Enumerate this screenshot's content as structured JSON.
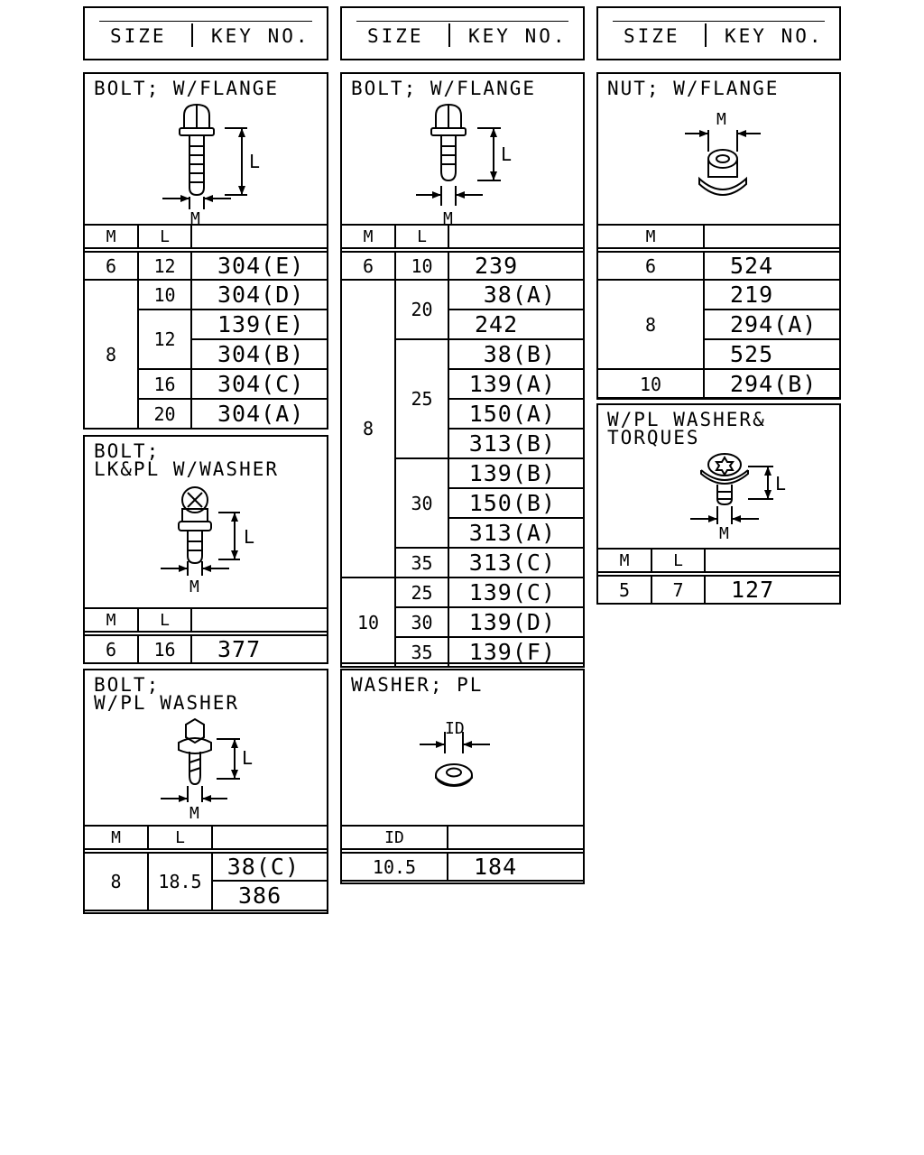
{
  "header": {
    "size_label": "SIZE",
    "key_label": "KEY NO."
  },
  "bolt_flange_1": {
    "title": "BOLT; W/FLANGE",
    "dim_l": "L",
    "dim_m": "M",
    "col_m": "M",
    "col_l": "L",
    "rows": [
      {
        "m": "6",
        "l": "12",
        "key": "304(E)"
      },
      {
        "m": "8",
        "l": "10",
        "key": "304(D)"
      },
      {
        "l": "12",
        "key": "139(E)"
      },
      {
        "key": "304(B)"
      },
      {
        "l": "16",
        "key": "304(C)"
      },
      {
        "l": "20",
        "key": "304(A)"
      }
    ]
  },
  "bolt_lk_pl": {
    "title": "BOLT;\nLK&PL W/WASHER",
    "dim_l": "L",
    "dim_m": "M",
    "col_m": "M",
    "col_l": "L",
    "rows": [
      {
        "m": "6",
        "l": "16",
        "key": "377"
      }
    ]
  },
  "bolt_pl_washer": {
    "title": "BOLT;\nW/PL WASHER",
    "dim_l": "L",
    "dim_m": "M",
    "col_m": "M",
    "col_l": "L",
    "rows": [
      {
        "m": "8",
        "l": "18.5",
        "key": "38(C)"
      },
      {
        "key": "386"
      }
    ]
  },
  "bolt_flange_2": {
    "title": "BOLT; W/FLANGE",
    "dim_l": "L",
    "dim_m": "M",
    "col_m": "M",
    "col_l": "L",
    "rows": [
      {
        "m": "6",
        "l": "10",
        "key": "239"
      },
      {
        "m": "8",
        "l": "20",
        "key": "38(A)"
      },
      {
        "key": "242"
      },
      {
        "l": "25",
        "key": "38(B)"
      },
      {
        "key": "139(A)"
      },
      {
        "key": "150(A)"
      },
      {
        "key": "313(B)"
      },
      {
        "l": "30",
        "key": "139(B)"
      },
      {
        "key": "150(B)"
      },
      {
        "key": "313(A)"
      },
      {
        "l": "35",
        "key": "313(C)"
      },
      {
        "m": "10",
        "l": "25",
        "key": "139(C)"
      },
      {
        "l": "30",
        "key": "139(D)"
      },
      {
        "l": "35",
        "key": "139(F)"
      }
    ]
  },
  "washer_pl": {
    "title": "WASHER; PL",
    "dim_id": "ID",
    "col_id": "ID",
    "rows": [
      {
        "id": "10.5",
        "key": "184"
      }
    ]
  },
  "nut_flange": {
    "title": "NUT; W/FLANGE",
    "dim_m": "M",
    "col_m": "M",
    "rows": [
      {
        "m": "6",
        "key": "524"
      },
      {
        "m": "8",
        "key": "219"
      },
      {
        "key": "294(A)"
      },
      {
        "key": "525"
      },
      {
        "m": "10",
        "key": "294(B)"
      }
    ]
  },
  "washer_torques": {
    "title": "W/PL WASHER&\nTORQUES",
    "dim_l": "L",
    "dim_m": "M",
    "col_m": "M",
    "col_l": "L",
    "rows": [
      {
        "m": "5",
        "l": "7",
        "key": "127"
      }
    ]
  }
}
